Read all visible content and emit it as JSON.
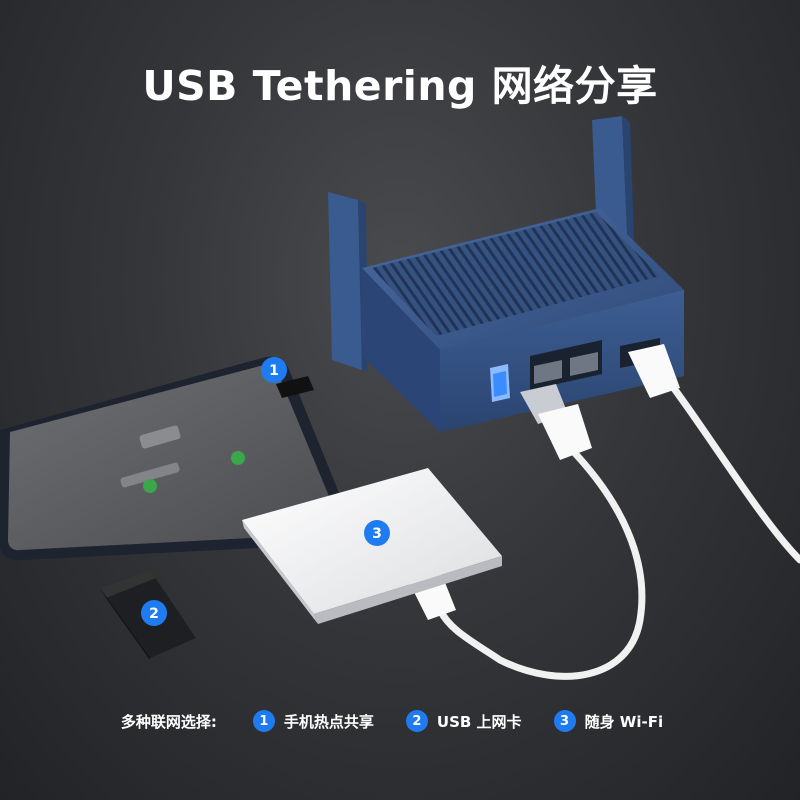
{
  "title": "USB Tethering 网络分享",
  "badges": {
    "phone": "1",
    "dongle": "2",
    "mifi": "3"
  },
  "legend": {
    "lead": "多种联网选择:",
    "items": [
      {
        "num": "1",
        "label": "手机热点共享"
      },
      {
        "num": "2",
        "label": "USB 上网卡"
      },
      {
        "num": "3",
        "label": "随身 Wi-Fi"
      }
    ]
  },
  "colors": {
    "accent": "#1f7cf0",
    "router": "#3b5b8e",
    "usb_glow": "#3b8cff"
  },
  "icons": {
    "router": "travel-router-icon",
    "phone": "smartphone-icon",
    "dongle": "usb-dongle-icon",
    "mifi": "portable-wifi-icon",
    "cable": "usb-cable-icon"
  }
}
